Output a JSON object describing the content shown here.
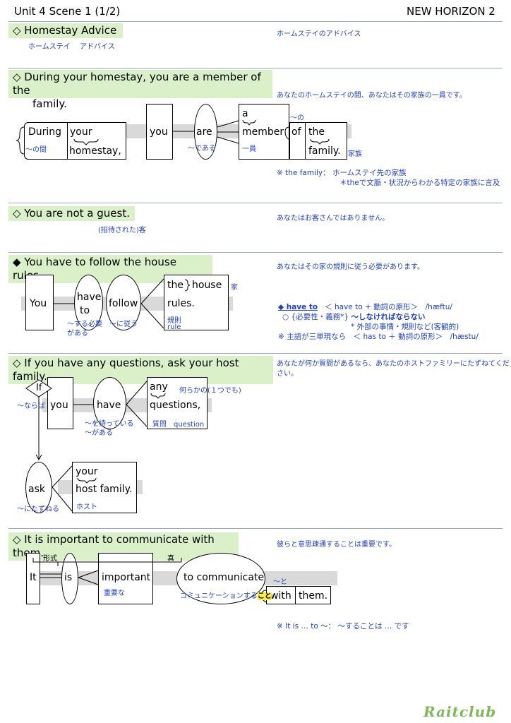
{
  "header": {
    "left": "Unit 4 Scene 1 (1/2)",
    "right": "NEW HORIZON 2"
  },
  "s1": {
    "sentence": "◇ Homestay Advice",
    "translation": "ホームステイのアドバイス",
    "gloss1": "ホームステイ",
    "gloss2": "アドバイス"
  },
  "s2": {
    "sentence_l1": "◇ During your homestay, you are a member of the",
    "sentence_l2": "family.",
    "translation": "あなたのホームステイの間、あなたはその家族の一員です。",
    "w_during": "During",
    "w_your": "your",
    "w_homestay": "homestay,",
    "w_you": "you",
    "w_are": "are",
    "w_a": "a",
    "w_member": "member",
    "w_of": "of",
    "w_the": "the",
    "w_family": "family.",
    "g_during": "～の間",
    "g_are": "～である",
    "g_member": "一員",
    "g_of": "～の",
    "g_family": "家族",
    "note1": "※ the family： ホームステイ先の家族",
    "note2": "＊theで文脈・状況からわかる特定の家族に言及"
  },
  "s3": {
    "sentence": "◇ You are not a guest.",
    "translation": "あなたはお客さんではありません。",
    "gloss": "(招待された)客"
  },
  "s4": {
    "sentence": "◆ You have to follow the house rules.",
    "translation": "あなたはその家の規則に従う必要があります。",
    "w_you": "You",
    "w_have": "have",
    "w_to": "to",
    "w_follow": "follow",
    "w_the": "the",
    "w_house": "house",
    "w_rules": "rules.",
    "g_have1": "～する必要",
    "g_have2": "がある",
    "g_follow": "～に従う",
    "g_rules1": "規則",
    "g_rules2": "rule",
    "g_house": "家",
    "note_head": "◆ have to",
    "note_form": "＜ have to + 動詞の原形＞　/hæftu/",
    "note_l2a": "○ {必要性・義務*}",
    "note_l2b": "～しなければならない",
    "note_l3": "* 外部の事情・規則など(客観的)",
    "note_l4": "※ 主語が三単現なら　＜ has to ＋ 動詞の原形＞　/hæstu/"
  },
  "s5": {
    "sentence": "◇ If you have any questions, ask your host family.",
    "translation_l1": "あなたが何か質問があるなら、あなたのホストファミリーにたずねてくだ",
    "translation_l2": "さい。",
    "w_if": "If",
    "w_you": "you",
    "w_have": "have",
    "w_any": "any",
    "w_questions": "questions,",
    "w_ask": "ask",
    "w_your": "your",
    "w_host": "host family.",
    "g_if": "～ならば",
    "g_have1": "～を持っている",
    "g_have2": "～がある",
    "g_any": "何らかの(１つでも)",
    "g_questions": "質問　question",
    "g_ask": "～にたずねる",
    "g_host": "ホスト"
  },
  "s6": {
    "sentence": "◇ It is important to communicate with them.",
    "translation": "彼らと意思疎通することは重要です。",
    "w_it": "It",
    "w_is": "is",
    "w_important": "important",
    "w_tocomm": "to communicate",
    "w_with": "with",
    "w_them": "them.",
    "l_formal": "形式",
    "l_true": "真",
    "g_important": "重要な",
    "g_comm_a": "コミュニケーションする",
    "g_comm_b": "こと",
    "g_with": "～と",
    "note": "※ It is … to ～：  ～することは … です"
  },
  "footer": {
    "logo": "Raitclub"
  }
}
